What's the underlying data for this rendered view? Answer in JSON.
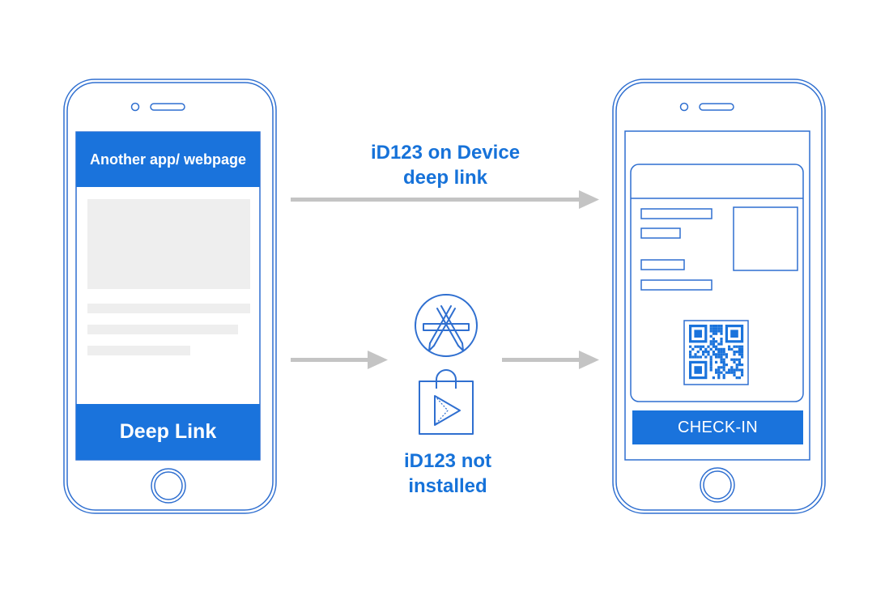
{
  "left_phone": {
    "header_text": "Another app/ webpage",
    "button_text": "Deep Link"
  },
  "top_path": {
    "label_line1": "iD123 on Device",
    "label_line2": "deep link"
  },
  "bottom_path": {
    "label_line1": "iD123 not",
    "label_line2": "installed",
    "icons": [
      "app-store-icon",
      "google-play-icon"
    ]
  },
  "right_phone": {
    "checkin_text": "CHECK-IN",
    "qr_icon": "qr-code-icon"
  },
  "colors": {
    "accent": "#1a73dc",
    "outline": "#2f6fd0",
    "arrow": "#c4c4c4",
    "placeholder": "#eeeeee"
  }
}
